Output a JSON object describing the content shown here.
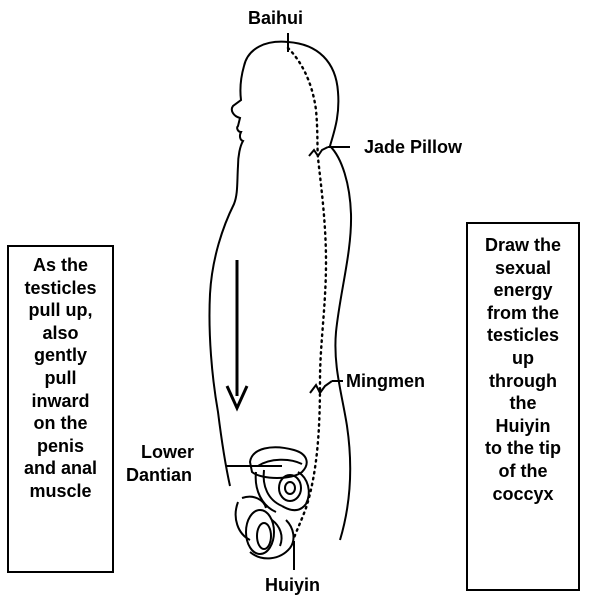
{
  "labels": {
    "baihui": "Baihui",
    "jade_pillow": "Jade Pillow",
    "mingmen": "Mingmen",
    "lower_dantian": [
      "Lower",
      "Dantian"
    ],
    "huiyin": "Huiyin"
  },
  "left_box": {
    "lines": [
      "As the",
      "testicles",
      "pull up,",
      "also",
      "gently",
      "pull",
      "inward",
      "on the",
      "penis",
      "and anal",
      "muscle"
    ]
  },
  "right_box": {
    "lines": [
      "Draw the",
      "sexual",
      "energy",
      "from the",
      "testicles",
      "up",
      "through",
      "the",
      "Huiyin",
      "to the tip",
      "of the",
      "coccyx"
    ]
  },
  "colors": {
    "ink": "#000000",
    "background": "#ffffff"
  }
}
